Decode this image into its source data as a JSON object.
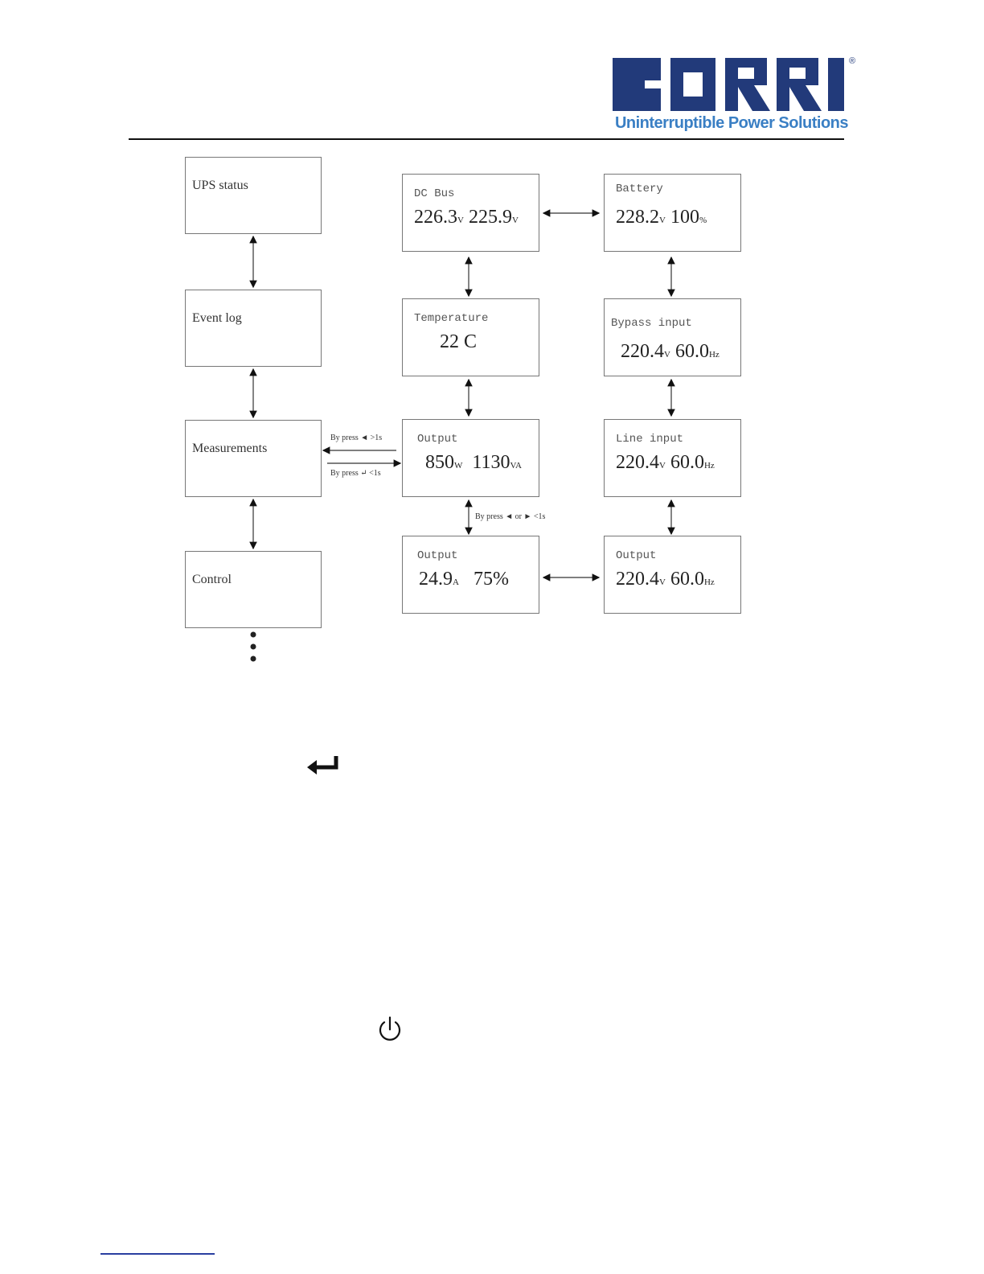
{
  "brand": {
    "logo_name": "BORRI",
    "tagline": "Uninterruptible Power Solutions",
    "registered": "®"
  },
  "menu": {
    "ups_status": "UPS status",
    "event_log": "Event log",
    "measurements": "Measurements",
    "control": "Control"
  },
  "screens": {
    "dc_bus": {
      "title": "DC Bus",
      "v1": "226.3",
      "u1": "V",
      "v2": "225.9",
      "u2": "V"
    },
    "battery": {
      "title": "Battery",
      "v1": "228.2",
      "u1": "V",
      "v2": "100",
      "u2": "%"
    },
    "temperature": {
      "title": "Temperature",
      "v1": "22 C"
    },
    "bypass": {
      "title": "Bypass input",
      "v1": "220.4",
      "u1": "V",
      "v2": "60.0",
      "u2": "Hz"
    },
    "output_power": {
      "title": "Output",
      "v1": "850",
      "u1": "W",
      "v2": "1130",
      "u2": "VA"
    },
    "line": {
      "title": "Line input",
      "v1": "220.4",
      "u1": "V",
      "v2": "60.0",
      "u2": "Hz"
    },
    "output_current": {
      "title": "Output",
      "v1": "24.9",
      "u1": "A",
      "v2": "75%"
    },
    "output_voltage": {
      "title": "Output",
      "v1": "220.4",
      "u1": "V",
      "v2": "60.0",
      "u2": "Hz"
    }
  },
  "notes": {
    "enter": "By press ◄ >1s",
    "exit": "By press ↵ <1s",
    "scroll": "By press ◄ or ► <1s"
  },
  "icons": {
    "enter_key": "enter-icon",
    "power_key": "power-icon"
  },
  "colors": {
    "logo_navy": "#223a7a",
    "tagline_blue": "#3a7fc4"
  }
}
